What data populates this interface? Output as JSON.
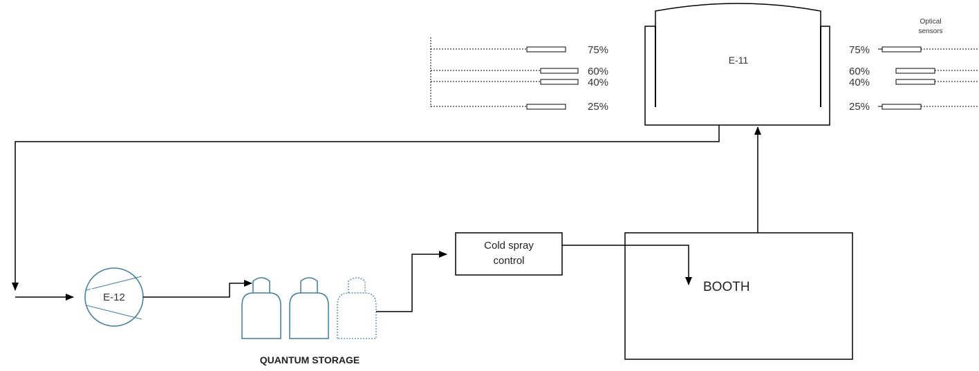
{
  "diagram": {
    "vessel_label": "E-11",
    "pump_label": "E-12",
    "control_label_line1": "Cold spray",
    "control_label_line2": "control",
    "booth_label": "BOOTH",
    "storage_label": "QUANTUM STORAGE",
    "optical_label_line1": "Optical",
    "optical_label_line2": "sensors",
    "left_levels": [
      "75%",
      "60%",
      "40%",
      "25%"
    ],
    "right_levels": [
      "75%",
      "60%",
      "40%",
      "25%"
    ],
    "colors": {
      "line": "#000000",
      "cylinder": "#3a7ca5",
      "text": "#333333"
    }
  }
}
